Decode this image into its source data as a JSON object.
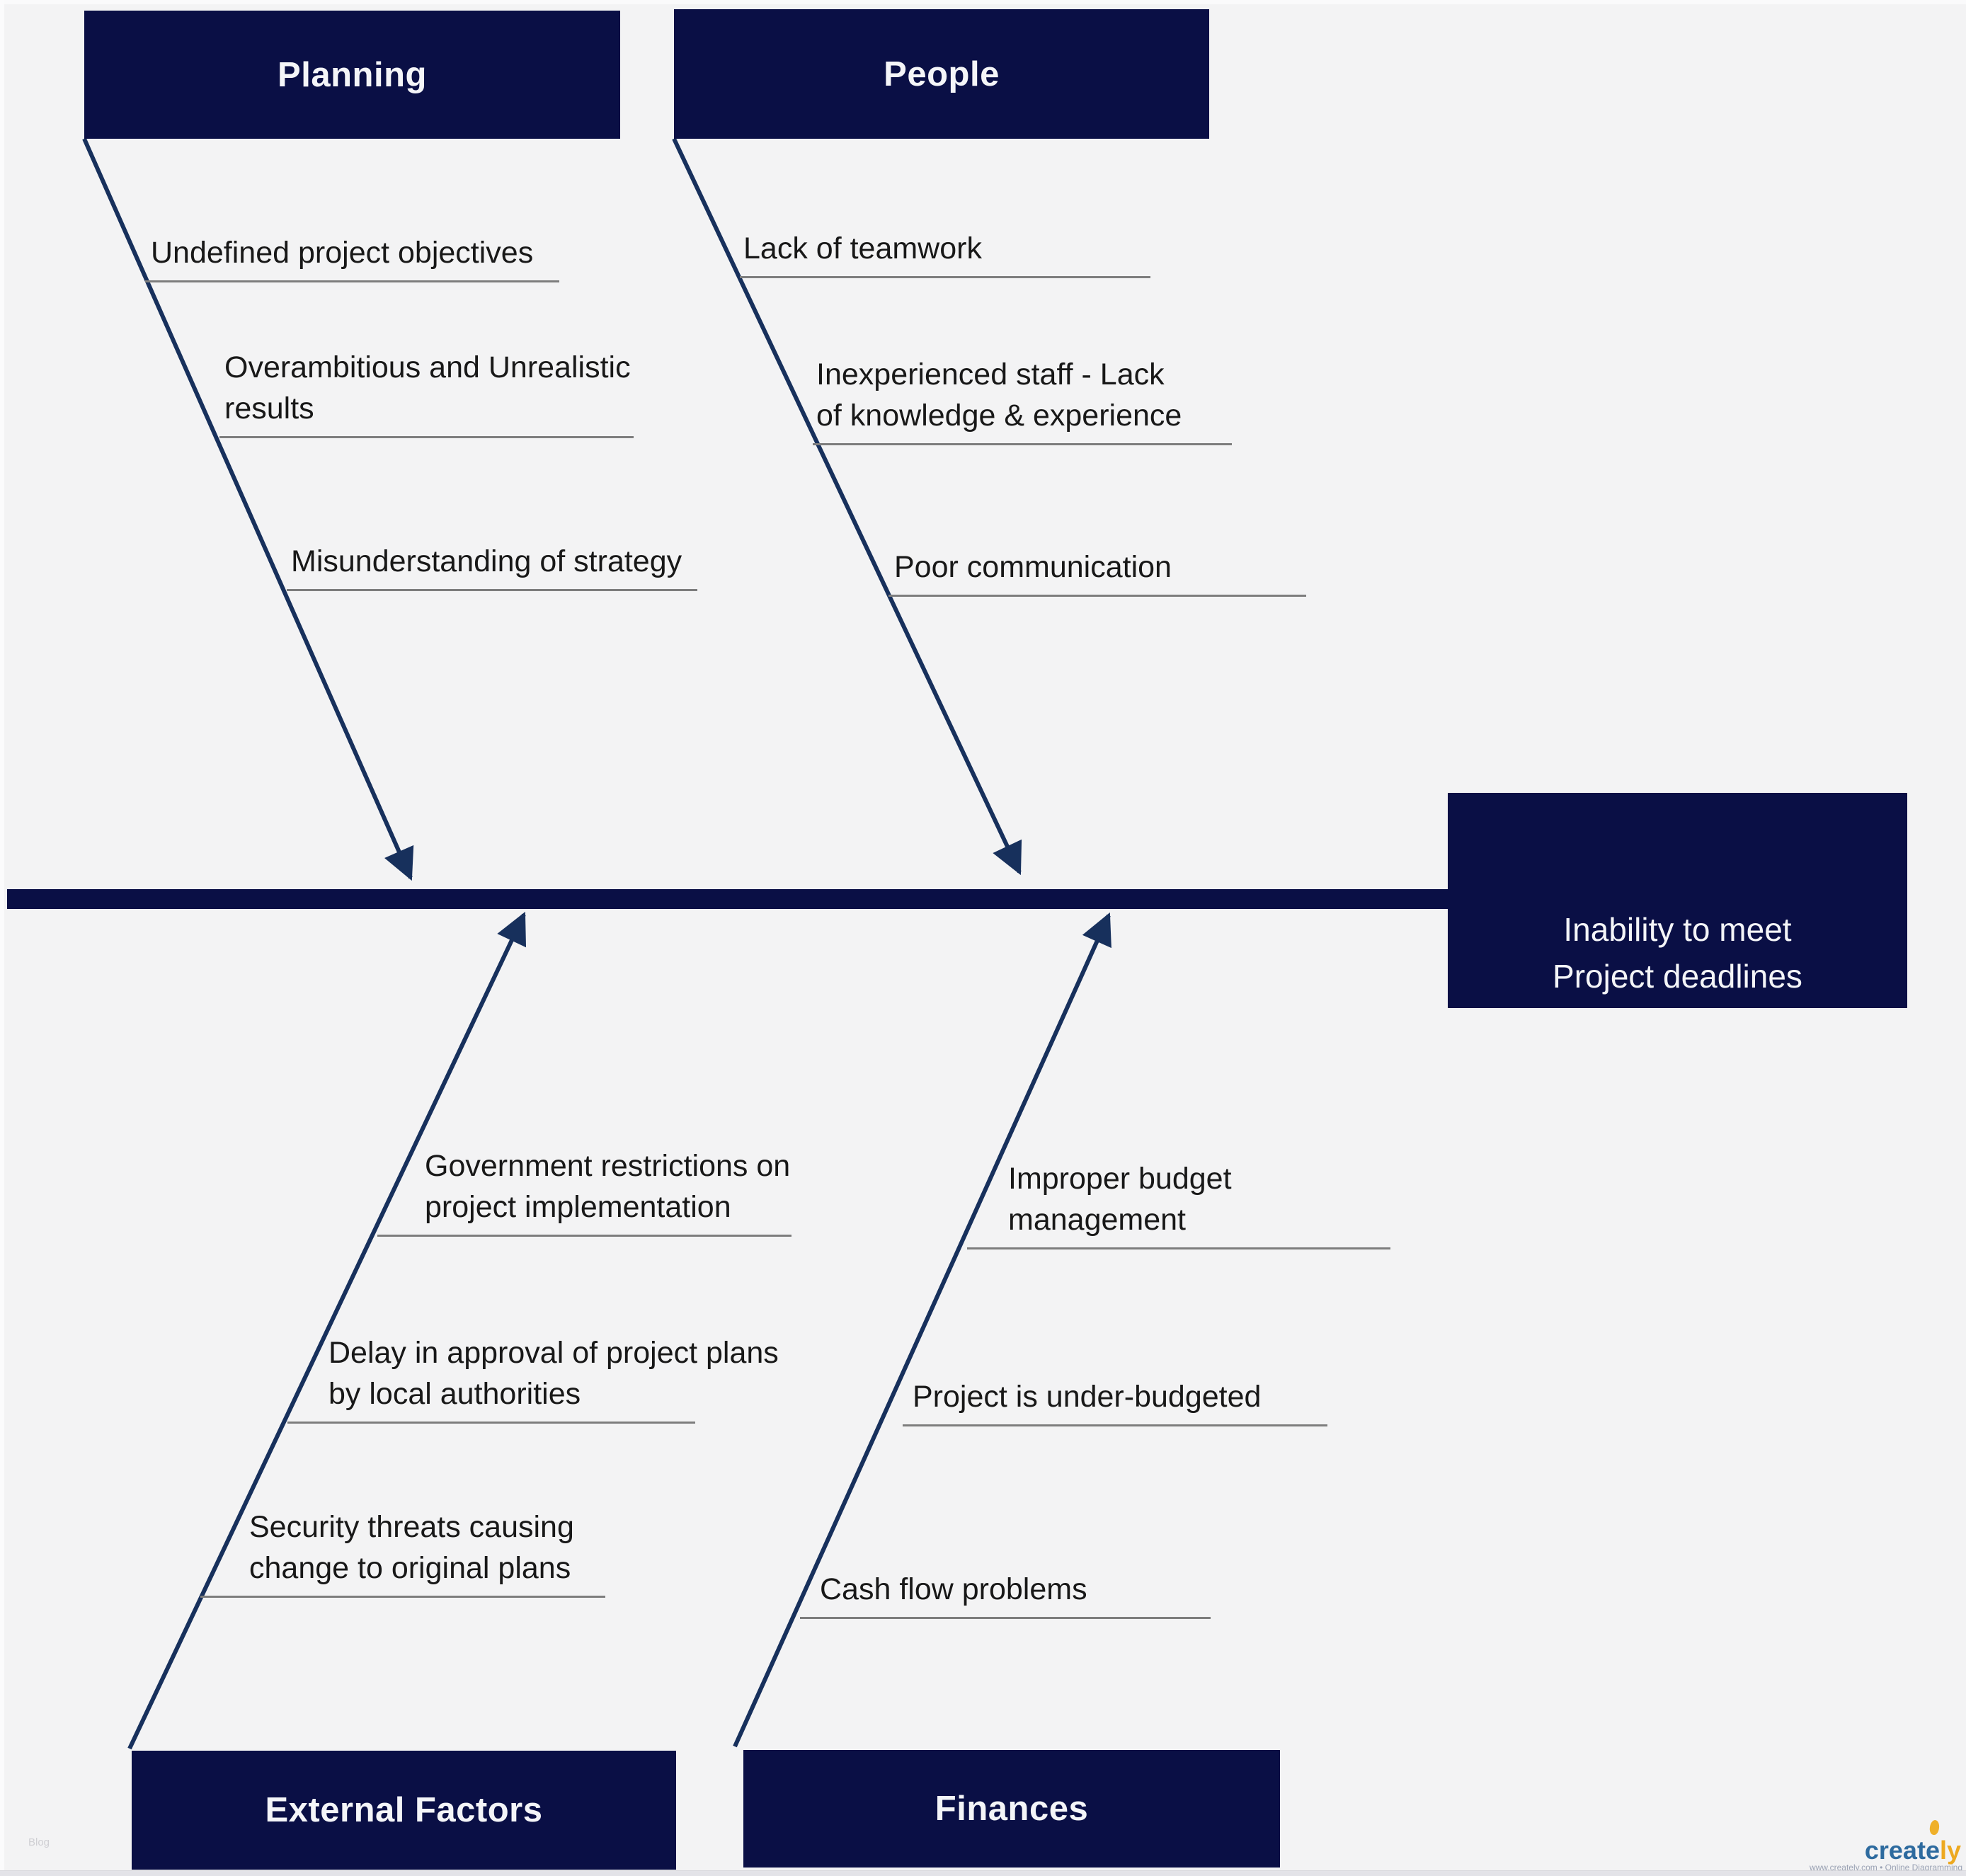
{
  "diagram": {
    "type": "fishbone",
    "effect": {
      "lines": [
        "Inability to meet",
        "Project deadlines"
      ]
    },
    "categories": [
      {
        "id": "planning",
        "label": "Planning",
        "causes": [
          {
            "lines": [
              "Undefined project objectives"
            ]
          },
          {
            "lines": [
              "Overambitious and Unrealistic",
              "results"
            ]
          },
          {
            "lines": [
              "Misunderstanding of strategy"
            ]
          }
        ]
      },
      {
        "id": "people",
        "label": "People",
        "causes": [
          {
            "lines": [
              "Lack of teamwork"
            ]
          },
          {
            "lines": [
              "Inexperienced staff - Lack",
              "of knowledge & experience"
            ]
          },
          {
            "lines": [
              "Poor communication"
            ]
          }
        ]
      },
      {
        "id": "external-factors",
        "label": "External Factors",
        "causes": [
          {
            "lines": [
              "Government restrictions on",
              "project implementation"
            ]
          },
          {
            "lines": [
              "Delay in approval of project plans",
              "by local authorities"
            ]
          },
          {
            "lines": [
              "Security threats causing",
              "change to original plans"
            ]
          }
        ]
      },
      {
        "id": "finances",
        "label": "Finances",
        "causes": [
          {
            "lines": [
              "Improper budget",
              "management"
            ]
          },
          {
            "lines": [
              "Project is under-budgeted"
            ]
          },
          {
            "lines": [
              "Cash flow problems"
            ]
          }
        ]
      }
    ],
    "colors": {
      "box_fill": "#0a0f45",
      "branch_line": "#17305c",
      "underline": "#7d7d7d",
      "background": "#f3f3f4",
      "box_text": "#f4f5f8",
      "cause_text": "#181818"
    }
  },
  "watermark": {
    "blog": "Blog",
    "brand_create": "create",
    "brand_ly": "ly",
    "tagline": "www.creately.com • Online Diagramming"
  }
}
